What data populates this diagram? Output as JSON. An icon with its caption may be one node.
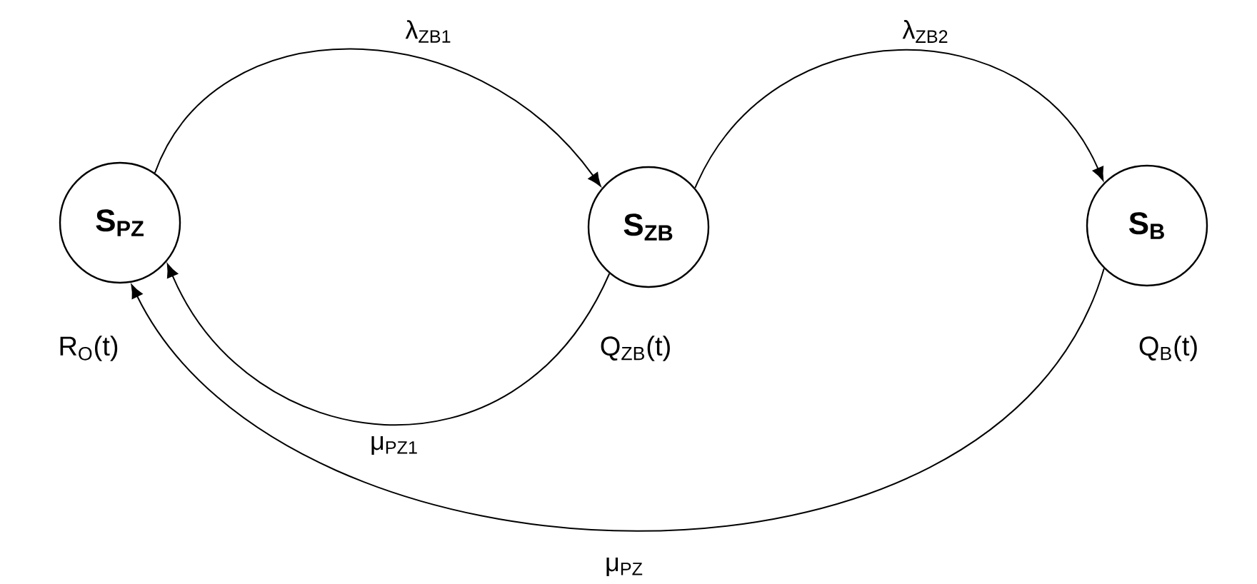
{
  "diagram": {
    "nodes": [
      {
        "text": [
          "S$_{PZ}$"
        ],
        "beside": [
          "R$_{O}$(t)"
        ]
      },
      {
        "text": [
          "S$_{ZB}$"
        ],
        "beside": [
          "Q$_{ZB}$(t)"
        ]
      },
      {
        "text": [
          "S$_{B}$"
        ],
        "beside": [
          "Q$_{B}$(t)"
        ]
      }
    ],
    "edges": [
      {
        "from": 0,
        "to": 1,
        "arrow": "to",
        "label": "λ$_{ZB1}$"
      },
      {
        "from": 1,
        "to": 2,
        "arrow": "to",
        "label": "λ$_{ZB2}$"
      },
      {
        "from": 1,
        "to": 0,
        "arrow": "to",
        "label": "μ$_{PZ1}$"
      },
      {
        "from": 2,
        "to": 0,
        "arrow": "to",
        "label": "μ$_{PZ}$"
      }
    ]
  }
}
